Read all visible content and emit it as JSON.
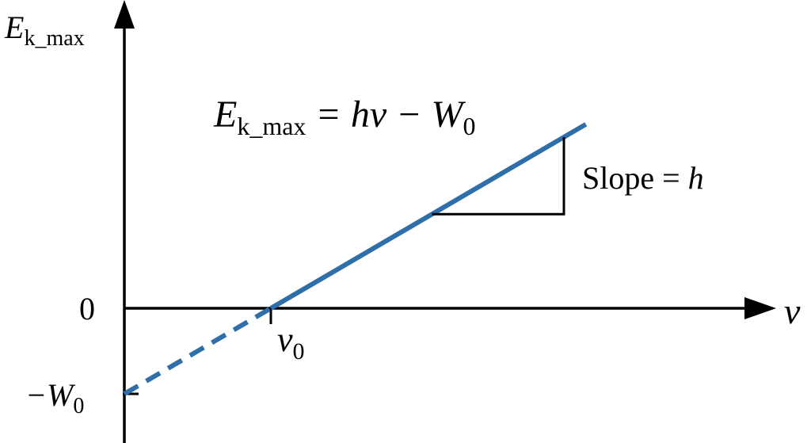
{
  "chart_data": {
    "type": "line",
    "ylabel": {
      "main": "E",
      "sub": "k_max"
    },
    "xlabel": "ν",
    "equation": {
      "lhs_main": "E",
      "lhs_sub": "k_max",
      "rhs": " = hν − W",
      "rhs_sub": "0"
    },
    "slope_annotation": {
      "text": "Slope = ",
      "italic": "h"
    },
    "ticks": {
      "y_zero": "0",
      "y_intercept": {
        "main": "−W",
        "sub": "0"
      },
      "x_threshold": {
        "main": "ν",
        "sub": "0"
      }
    },
    "xlim": [
      -1,
      3.3
    ],
    "ylim": [
      -0.32,
      1.0
    ],
    "intercept_y": -0.3,
    "threshold_x": 1,
    "series": [
      {
        "style": "solid",
        "color": "#2e6ea9",
        "x": [
          1,
          3.15
        ],
        "y": [
          0,
          0.645
        ]
      },
      {
        "style": "dashed",
        "color": "#2e6ea9",
        "x": [
          0,
          1
        ],
        "y": [
          -0.3,
          0
        ]
      }
    ],
    "slope_triangle": {
      "x": [
        2.1,
        3.0
      ],
      "y": [
        0.33,
        0.6
      ]
    },
    "colors": {
      "line": "#2e6ea9",
      "axes": "#000000"
    }
  }
}
